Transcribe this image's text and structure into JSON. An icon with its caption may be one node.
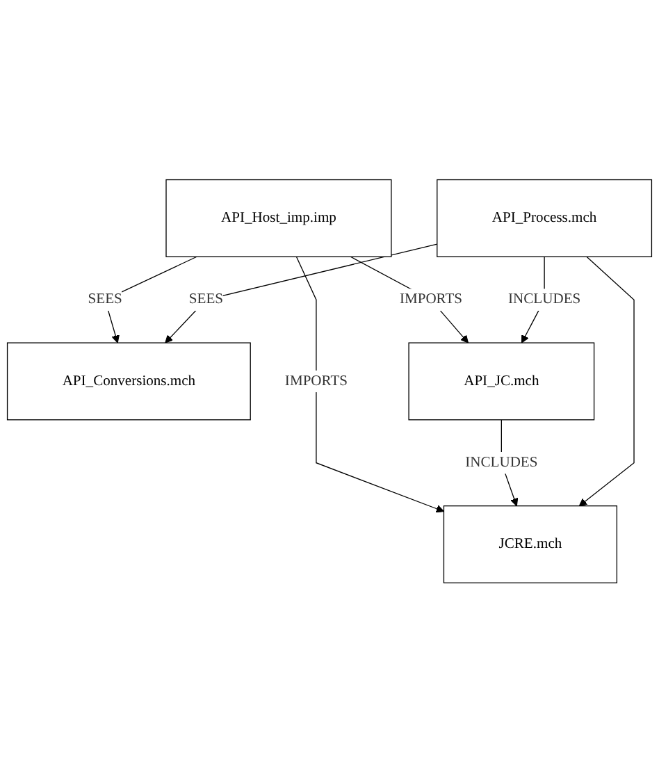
{
  "diagram": {
    "nodes": [
      {
        "text": [
          "API_Host_imp.imp"
        ]
      },
      {
        "text": [
          "API_Conversions.mch"
        ]
      },
      {
        "text": [
          "JCRE.mch"
        ]
      },
      {
        "text": [
          "API_JC.mch"
        ]
      },
      {
        "text": [
          "API_Process.mch"
        ]
      }
    ],
    "edges": [
      {
        "from": 0,
        "to": 1,
        "arrow": "to",
        "label": "SEES"
      },
      {
        "from": 0,
        "to": 2,
        "arrow": "to",
        "label": "IMPORTS"
      },
      {
        "from": 0,
        "to": 3,
        "arrow": "to",
        "label": "IMPORTS"
      },
      {
        "from": 3,
        "to": 2,
        "arrow": "to",
        "label": "INCLUDES"
      },
      {
        "from": 4,
        "to": 1,
        "arrow": "to",
        "label": "SEES"
      },
      {
        "from": 4,
        "to": 2,
        "arrow": "to"
      },
      {
        "from": 4,
        "to": 3,
        "arrow": "to",
        "label": "INCLUDES"
      }
    ]
  }
}
